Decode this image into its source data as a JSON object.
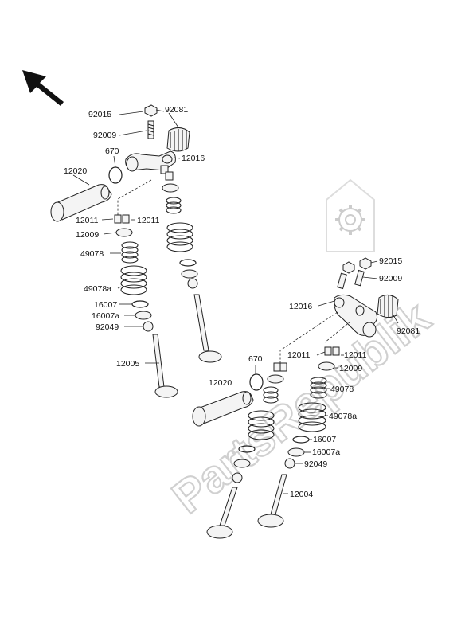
{
  "watermark": {
    "text": "PartsRepublik"
  },
  "labels": {
    "l92015a": "92015",
    "l92081a": "92081",
    "l92009a": "92009",
    "l670a": "670",
    "l12016a": "12016",
    "l12020a": "12020",
    "l12011a1": "12011",
    "l12011a2": "12011",
    "l12009a": "12009",
    "l49078a": "49078",
    "l49078aa": "49078a",
    "l16007a": "16007",
    "l16007aa": "16007a",
    "l92049a": "92049",
    "l12005": "12005",
    "l92015b": "92015",
    "l92009b": "92009",
    "l12016b": "12016",
    "l92081b": "92081",
    "l670b": "670",
    "l12011b1": "12011",
    "l12011b2": "12011",
    "l12009b": "12009",
    "l12020b": "12020",
    "l49078b": "49078",
    "l49078ab": "49078a",
    "l16007b": "16007",
    "l16007ab": "16007a",
    "l92049b": "92049",
    "l12004": "12004"
  }
}
